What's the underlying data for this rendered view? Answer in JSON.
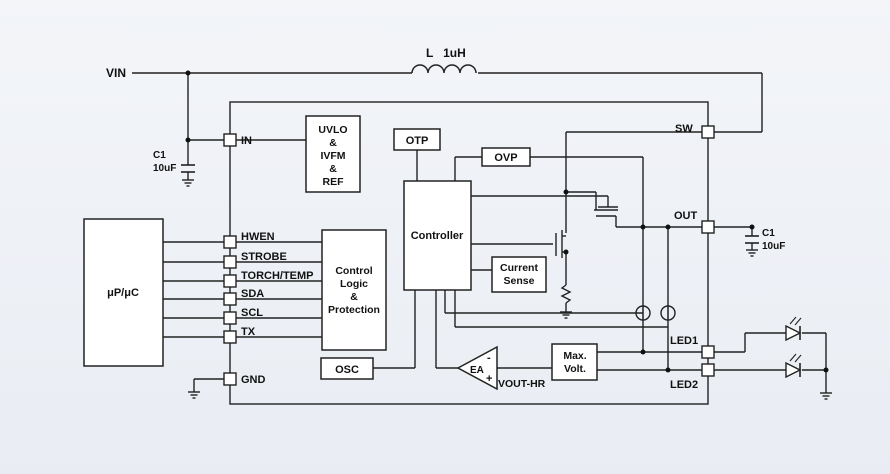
{
  "labels": {
    "vin": "VIN",
    "inductor": "L   1uH",
    "c1_in_a": "C1",
    "c1_in_b": "10uF",
    "c1_out_a": "C1",
    "c1_out_b": "10uF",
    "pin_in": "IN",
    "pin_sw": "SW",
    "pin_out": "OUT",
    "pin_led1": "LED1",
    "pin_led2": "LED2",
    "pin_hwen": "HWEN",
    "pin_strobe": "STROBE",
    "pin_torch": "TORCH/TEMP",
    "pin_sda": "SDA",
    "pin_scl": "SCL",
    "pin_tx": "TX",
    "pin_gnd": "GND",
    "uvlo": [
      "UVLO",
      "&",
      "IVFM",
      "&",
      "REF"
    ],
    "otp": "OTP",
    "ovp": "OVP",
    "controller": "Controller",
    "current_sense": [
      "Current",
      "Sense"
    ],
    "control_logic": [
      "Control",
      "Logic",
      "&",
      "Protection"
    ],
    "osc": "OSC",
    "mcu": "μP/μC",
    "ea": "EA",
    "ea_minus": "-",
    "ea_plus": "+",
    "vout_hr": "VOUT-HR",
    "max_volt": [
      "Max.",
      "Volt."
    ]
  }
}
